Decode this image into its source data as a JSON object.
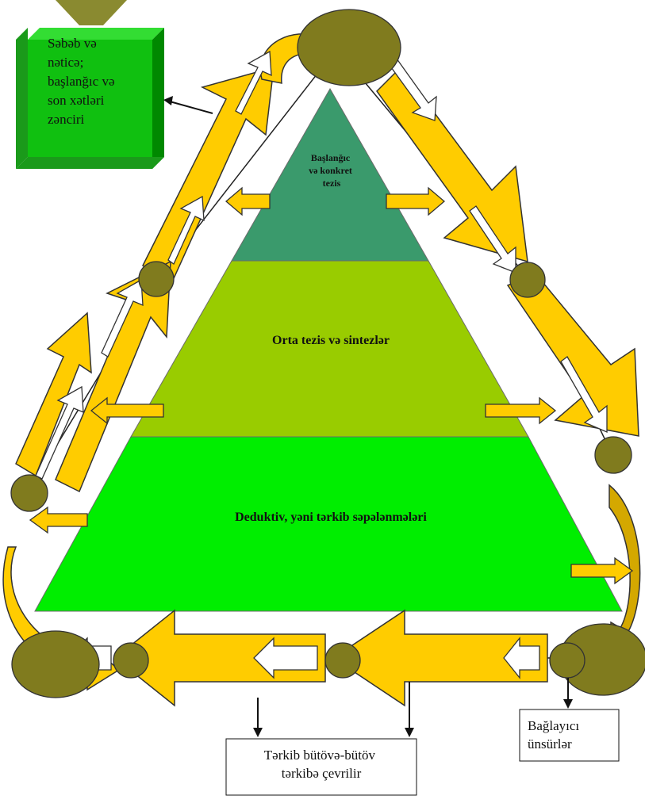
{
  "pyramid": {
    "top_label_lines": [
      "Başlanğıc",
      "və konkret",
      "tezis"
    ],
    "middle_label": "Orta tezis və sintezlər",
    "bottom_label": "Deduktiv, yəni tərkib səpələnmələri"
  },
  "callouts": {
    "cause_effect_lines": [
      "Səbəb və",
      "nəticə;",
      "başlanğıc və",
      "son xətləri",
      "zənciri"
    ],
    "whole_to_whole_lines": [
      "Tərkib bütövə-bütöv",
      "tərkibə çevrilir"
    ],
    "connectors_lines": [
      "Bağlayıcı",
      "ünsürlər"
    ]
  },
  "colors": {
    "top_tier": "#3a9a6c",
    "middle_tier": "#99cc00",
    "bottom_tier": "#00ee00",
    "arrow_fill": "#ffcc00",
    "arrow_outline": "#333333",
    "node_fill": "#807b1e",
    "green_box_front": "#10c010",
    "green_box_top": "#33dd33",
    "green_box_side": "#008800",
    "green_box_bottom": "#1a9a1a",
    "funnel": "#8a8a30"
  }
}
